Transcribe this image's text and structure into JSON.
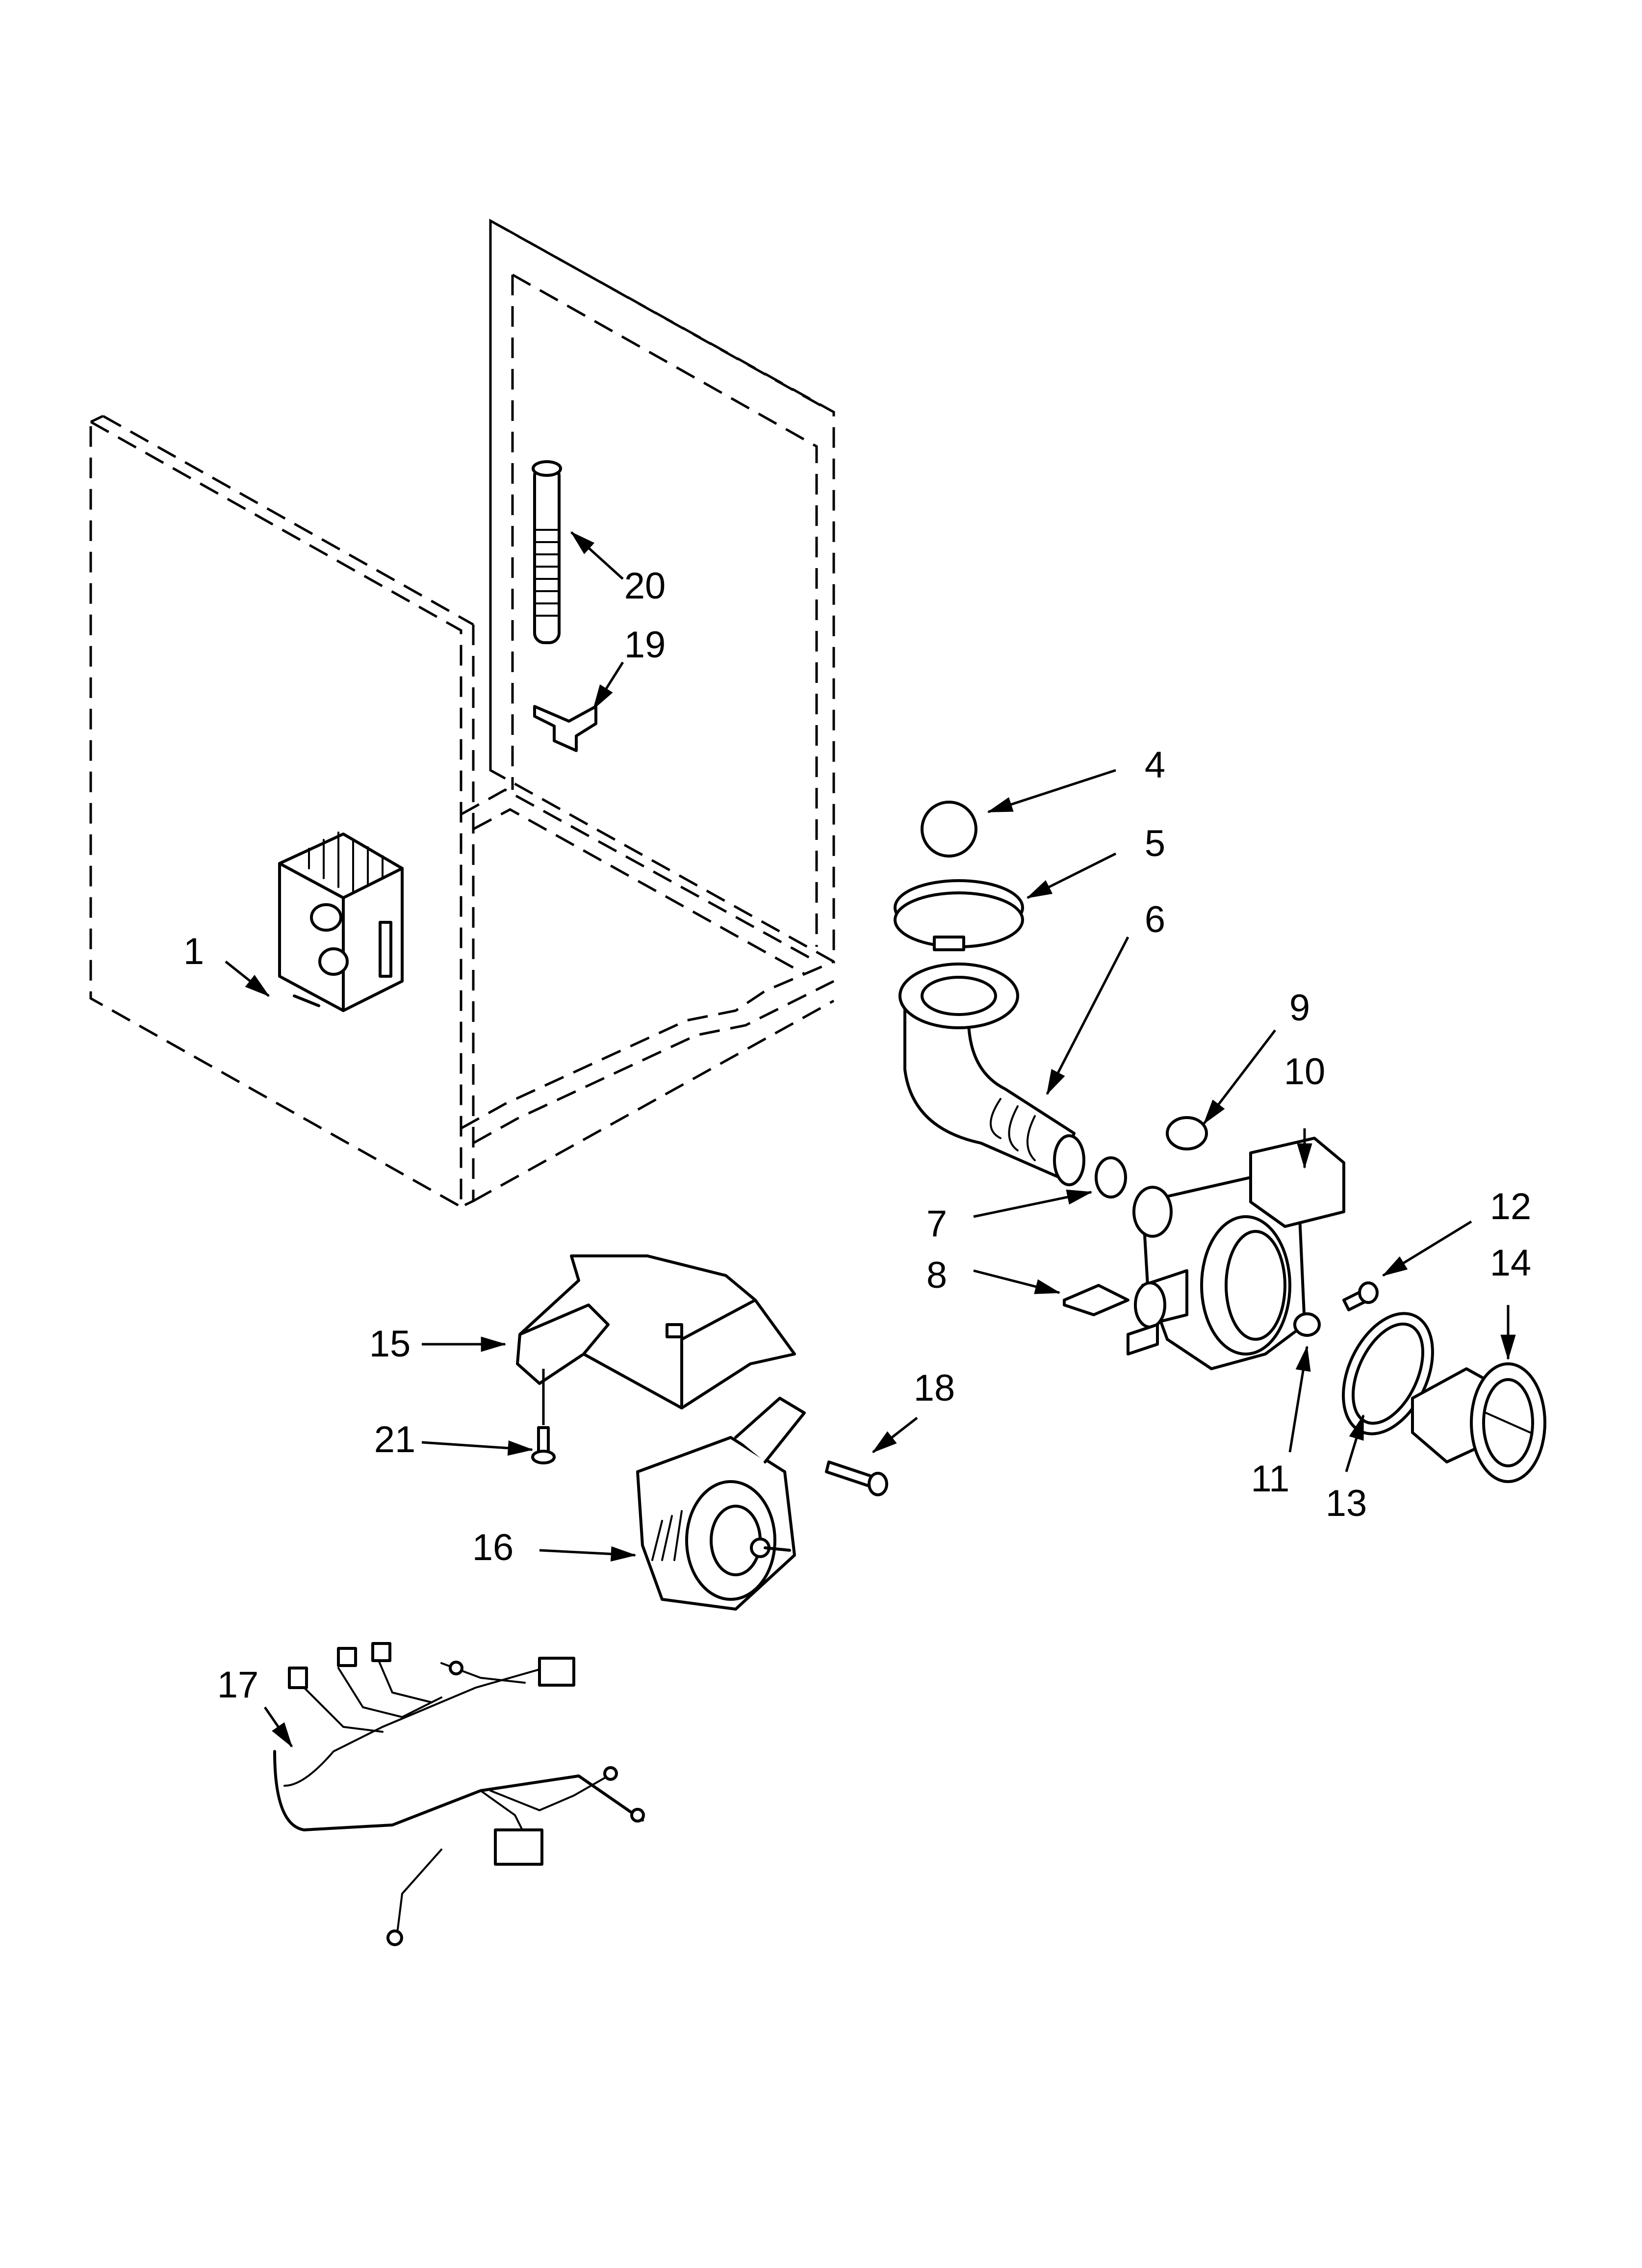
{
  "callouts": [
    {
      "id": "1",
      "label": "1"
    },
    {
      "id": "4",
      "label": "4"
    },
    {
      "id": "5",
      "label": "5"
    },
    {
      "id": "6",
      "label": "6"
    },
    {
      "id": "7",
      "label": "7"
    },
    {
      "id": "8",
      "label": "8"
    },
    {
      "id": "9",
      "label": "9"
    },
    {
      "id": "10",
      "label": "10"
    },
    {
      "id": "11",
      "label": "11"
    },
    {
      "id": "12",
      "label": "12"
    },
    {
      "id": "13",
      "label": "13"
    },
    {
      "id": "14",
      "label": "14"
    },
    {
      "id": "15",
      "label": "15"
    },
    {
      "id": "16",
      "label": "16"
    },
    {
      "id": "17",
      "label": "17"
    },
    {
      "id": "18",
      "label": "18"
    },
    {
      "id": "19",
      "label": "19"
    },
    {
      "id": "20",
      "label": "20"
    },
    {
      "id": "21",
      "label": "21"
    }
  ]
}
